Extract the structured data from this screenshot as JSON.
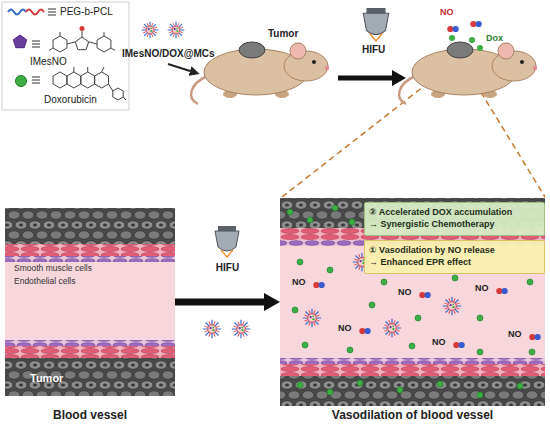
{
  "diagram": {
    "nodes": [
      {
        "text": [
          "Blood vessel"
        ]
      },
      {
        "text": [
          "Vasodilation of blood vessel"
        ]
      },
      {
        "text": [
          "② Accelerated DOX accumulation",
          "→ Synergistic Chemotherapy"
        ],
        "in": 1
      },
      {
        "text": [
          "① Vasodilation by NO release",
          "→ Enhanced EPR effect"
        ],
        "in": 1
      }
    ],
    "edges": [
      {
        "from": 0,
        "to": 1,
        "arrow": "to",
        "label": "HIFU"
      }
    ],
    "labels": [
      "IMesNO/DOX@MCs",
      "Tumor",
      "HIFU",
      "NO",
      "Dox",
      "Smooth muscle cells",
      "Endothelial cells",
      "Tumor",
      "NO",
      "NO",
      "NO",
      "NO",
      "NO",
      "NO"
    ],
    "legend": [
      {
        "text": "PEG-b-PCL"
      },
      {
        "text": "IMesNO"
      },
      {
        "text": "Doxorubicin",
        "color": "#3cb043"
      }
    ]
  }
}
